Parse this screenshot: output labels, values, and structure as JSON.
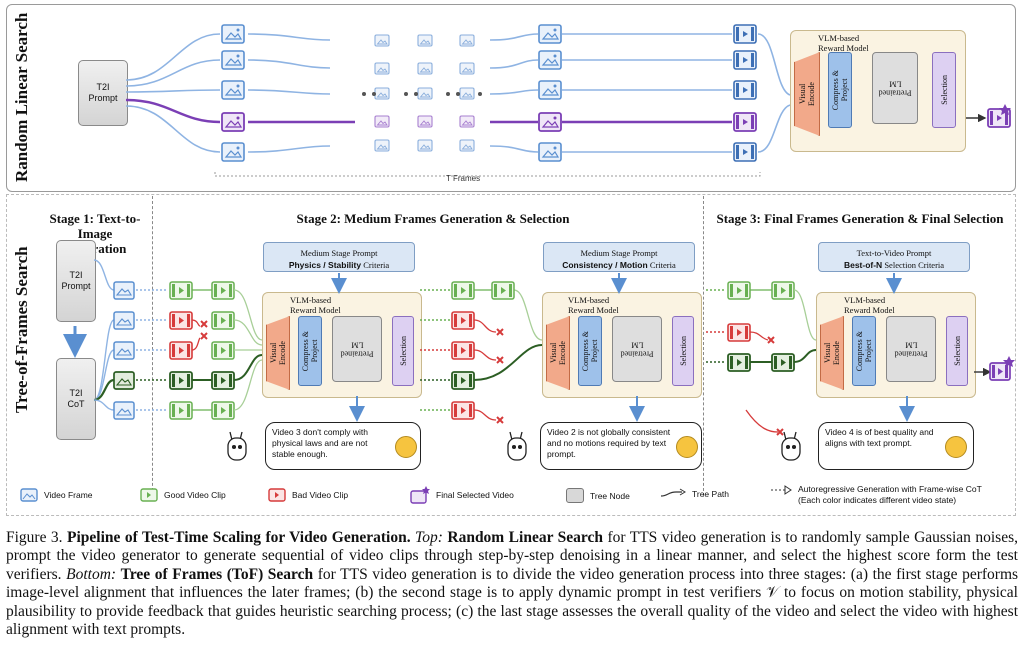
{
  "top": {
    "side_label": "Random Linear Search",
    "t2i_prompt": "T2I\nPrompt",
    "t_frames": "T Frames",
    "vlm_title": "VLM-based\nReward Model",
    "blocks": {
      "encode": "Visual\nEncode",
      "compress": "Compress &\nProject",
      "lm": "Pretrained\nLM",
      "selection": "Selection"
    }
  },
  "bottom": {
    "side_label": "Tree-of-Frames Search",
    "stage1_title": "Stage 1: Text-to-Image\nGeneration",
    "stage2_title": "Stage 2: Medium Frames Generation & Selection",
    "stage3_title": "Stage 3: Final Frames Generation & Final Selection",
    "t2i_prompt": "T2I\nPrompt",
    "t2i_cot": "T2I\nCoT",
    "prompts": [
      {
        "title": "Medium Stage Prompt",
        "bold": "Physics / Stability",
        "rest": " Criteria"
      },
      {
        "title": "Medium Stage Prompt",
        "bold": "Consistency / Motion",
        "rest": " Criteria"
      },
      {
        "title": "Text-to-Video Prompt",
        "bold": "Best-of-N",
        "rest": " Selection Criteria"
      }
    ],
    "vlm_title": "VLM-based\nReward Model",
    "blocks": {
      "encode": "Visual\nEncode",
      "compress": "Compress &\nProject",
      "lm": "Pretrained\nLM",
      "selection": "Selection"
    },
    "speech": [
      "Video 3 don't comply with physical laws and are not stable enough.",
      "Video 2 is not globally consistent and no motions required by text prompt.",
      "Video 4 is of best quality and aligns with text prompt."
    ]
  },
  "legend": {
    "video_frame": "Video Frame",
    "good_clip": "Good Video Clip",
    "bad_clip": "Bad Video Clip",
    "final": "Final Selected Video",
    "tree_node": "Tree Node",
    "tree_path": "Tree Path",
    "autoreg": "Autoregressive Generation with Frame-wise CoT",
    "autoreg_note": "(Each color indicates different video state)"
  },
  "caption": {
    "label": "Figure 3.",
    "bold_title": "Pipeline of Test-Time Scaling for Video Generation.",
    "top_word": "Top:",
    "rls": "Random Linear Search",
    "part1": " for TTS video generation is to randomly sample Gaussian noises, prompt the video generator to generate sequential of video clips through step-by-step denoising in a linear manner, and select the highest score form the test verifiers.",
    "bottom_word": "Bottom:",
    "tof": "Tree of Frames (ToF) Search",
    "part2": " for TTS video generation is to divide the video generation process into three stages: (a) the first stage performs image-level alignment that influences the later frames; (b) the second stage is to apply dynamic prompt in test verifiers 𝒱 to focus on motion stability, physical plausibility to provide feedback that guides heuristic searching process; (c) the last stage assesses the overall quality of the video and select the video with highest alignment with text prompts."
  },
  "colors": {
    "blue": "#5a8fd0",
    "green": "#68b052",
    "purple": "#7b3fb5",
    "red": "#d63b3b",
    "darkgreen": "#2c5e24"
  }
}
